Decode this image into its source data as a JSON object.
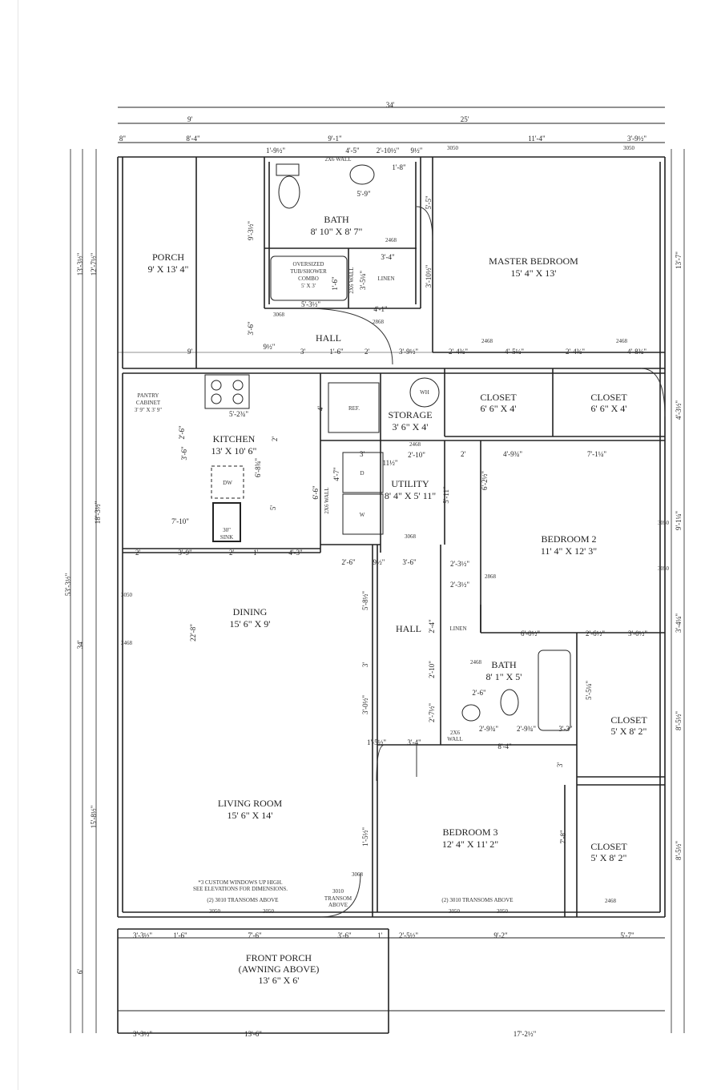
{
  "rooms": {
    "porch": {
      "name": "PORCH",
      "size": "9' X 13' 4\""
    },
    "bath": {
      "name": "BATH",
      "size": "8' 10\" X 8' 7\""
    },
    "tub": {
      "l1": "OVERSIZED",
      "l2": "TUB/SHOWER",
      "l3": "COMBO",
      "l4": "5' X 3'"
    },
    "linen_top": "LINEN",
    "master_bedroom": {
      "name": "MASTER BEDROOM",
      "size": "15' 4\" X 13'"
    },
    "hall_top": "HALL",
    "closet_1": {
      "name": "CLOSET",
      "size": "6' 6\" X 4'"
    },
    "closet_2": {
      "name": "CLOSET",
      "size": "6' 6\" X 4'"
    },
    "pantry": {
      "l1": "PANTRY",
      "l2": "CABINET",
      "l3": "3' 9\" X 3' 9\""
    },
    "kitchen": {
      "name": "KITCHEN",
      "size": "13' X 10' 6\""
    },
    "storage": {
      "name": "STORAGE",
      "size": "3' 6\" X 4'"
    },
    "utility": {
      "name": "UTILITY",
      "size": "8' 4\" X 5' 11\""
    },
    "bedroom_2": {
      "name": "BEDROOM 2",
      "size": "11' 4\" X 12' 3\""
    },
    "dining": {
      "name": "DINING",
      "size": "15' 6\" X 9'"
    },
    "hall_mid": "HALL",
    "linen_mid": "LINEN",
    "bath_2": {
      "name": "BATH",
      "size": "8' 1\" X 5'"
    },
    "closet_3": {
      "name": "CLOSET",
      "size": "5' X 8' 2\""
    },
    "living_room": {
      "name": "LIVING ROOM",
      "size": "15' 6\" X 14'"
    },
    "bedroom_3": {
      "name": "BEDROOM 3",
      "size": "12' 4\" X 11' 2\""
    },
    "closet_4": {
      "name": "CLOSET",
      "size": "5' X 8' 2\""
    },
    "front_porch": {
      "l1": "FRONT PORCH",
      "l2": "(AWNING ABOVE)",
      "l3": "13' 6\" X 6'"
    }
  },
  "fixtures": {
    "ref": "REF.",
    "wh": "WH",
    "dryer": "D",
    "washer": "W",
    "dw": "DW",
    "sink_size": "30\"",
    "sink": "SINK",
    "wall_2x6_a": "2X6 WALL",
    "wall_2x6_b": "2X6 WALL",
    "wall_2x6_c": "2X6 WALL",
    "wall_2x6_d": "2X6",
    "wall_2x6_e": "WALL"
  },
  "notes": {
    "custom_windows_1": "*3 CUSTOM WINDOWS UP HIGH.",
    "custom_windows_2": "SEE ELEVATIONS FOR DIMENSIONS.",
    "transoms_left": "(2) 3010 TRANSOMS ABOVE",
    "transoms_right": "(2) 3010 TRANSOMS ABOVE",
    "transom_door_1": "3010",
    "transom_door_2": "TRANSOM",
    "transom_door_3": "ABOVE"
  },
  "openings": [
    "3050",
    "3050",
    "2468",
    "3068",
    "2868",
    "2468",
    "2468",
    "2468",
    "3068",
    "2868",
    "2468",
    "3050",
    "3050",
    "3068",
    "3050",
    "3050",
    "3050",
    "3050",
    "3050",
    "2468",
    "2468"
  ],
  "dimensions": [
    "34'",
    "9'",
    "25'",
    "8\"",
    "8'-4\"",
    "9'-1\"",
    "11'-4\"",
    "3'-9½\"",
    "1'-9½\"",
    "4'-5\"",
    "2'-10½\"",
    "9½\"",
    "5'-9\"",
    "1'-8\"",
    "5'-5\"",
    "9'-3½\"",
    "22'-8\"",
    "3'-4\"",
    "3'-5¼\"",
    "1'-6\"",
    "3'-10½\"",
    "5'-3½\"",
    "4'-1\"",
    "3'-6\"",
    "9'",
    "9½\"",
    "3'",
    "1'-6\"",
    "2'",
    "3'-9½\"",
    "2'-4¾\"",
    "4'-5¼\"",
    "2'-4¾\"",
    "4'-8¾\"",
    "13'-3½\"",
    "12'-7½\"",
    "13'-7\"",
    "4'-3½\"",
    "5'-2¾\"",
    "2'-6\"",
    "2'",
    "3'-6\"",
    "6'-8¾\"",
    "5'",
    "7'-10\"",
    "2'",
    "3'-9\"",
    "2'",
    "1'",
    "4'-3\"",
    "4'",
    "3'",
    "2'-10\"",
    "11½\"",
    "2'",
    "4'-9¾\"",
    "7'-1¼\"",
    "6'-6\"",
    "4'-7\"",
    "5'-11\"",
    "6'-2½\"",
    "2'-6\"",
    "9½\"",
    "3'-6\"",
    "18'-3½\"",
    "9'-1¼\"",
    "2'-3½\"",
    "2'-3½\"",
    "6'-0½\"",
    "2'-6½\"",
    "3'-0½\"",
    "3'-4¼\"",
    "5'-8½\"",
    "2'-4\"",
    "2'-10\"",
    "3'",
    "2'-6\"",
    "5'-5¼\"",
    "3'-0½\"",
    "2'-7½\"",
    "2'-9¾\"",
    "2'-9¾\"",
    "3'-3\"",
    "8'-4\"",
    "8'-5½\"",
    "53'-3½\"",
    "34'",
    "1'-5½\"",
    "3'-4\"",
    "3'",
    "15'-8½\"",
    "7'-8\"",
    "8'-5½\"",
    "1'-5½\"",
    "3'-3½\"",
    "1'-6\"",
    "7'-6\"",
    "3'-6\"",
    "1'",
    "2'-5½\"",
    "9'-2\"",
    "5'-7\"",
    "6'",
    "3'-3½\"",
    "13'-6\"",
    "17'-2½\""
  ],
  "colors": {
    "line": "#222222",
    "background": "#ffffff"
  }
}
